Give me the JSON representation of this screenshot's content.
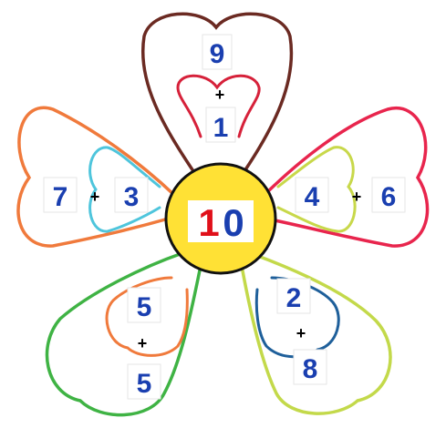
{
  "center": {
    "digit1": "1",
    "digit2": "0",
    "digit1_color": "#e0101a",
    "digit2_color": "#1a3fb0",
    "fill": "#ffe135",
    "outline": "#111111"
  },
  "petals": [
    {
      "id": "top",
      "outer_color": "#6b2a22",
      "inner_color": "#d6213a",
      "a": "9",
      "op": "+",
      "b": "1"
    },
    {
      "id": "left",
      "outer_color": "#f07a3c",
      "inner_color": "#4ec5dc",
      "a": "7",
      "op": "+",
      "b": "3"
    },
    {
      "id": "right",
      "outer_color": "#e8254d",
      "inner_color": "#c8d84a",
      "a": "4",
      "op": "+",
      "b": "6"
    },
    {
      "id": "bottom-left",
      "outer_color": "#3fb344",
      "inner_color": "#f07a3c",
      "a": "5",
      "op": "+",
      "b": "5"
    },
    {
      "id": "bottom-right",
      "outer_color": "#c3d94a",
      "inner_color": "#1e5f9a",
      "a": "2",
      "op": "+",
      "b": "8"
    }
  ]
}
